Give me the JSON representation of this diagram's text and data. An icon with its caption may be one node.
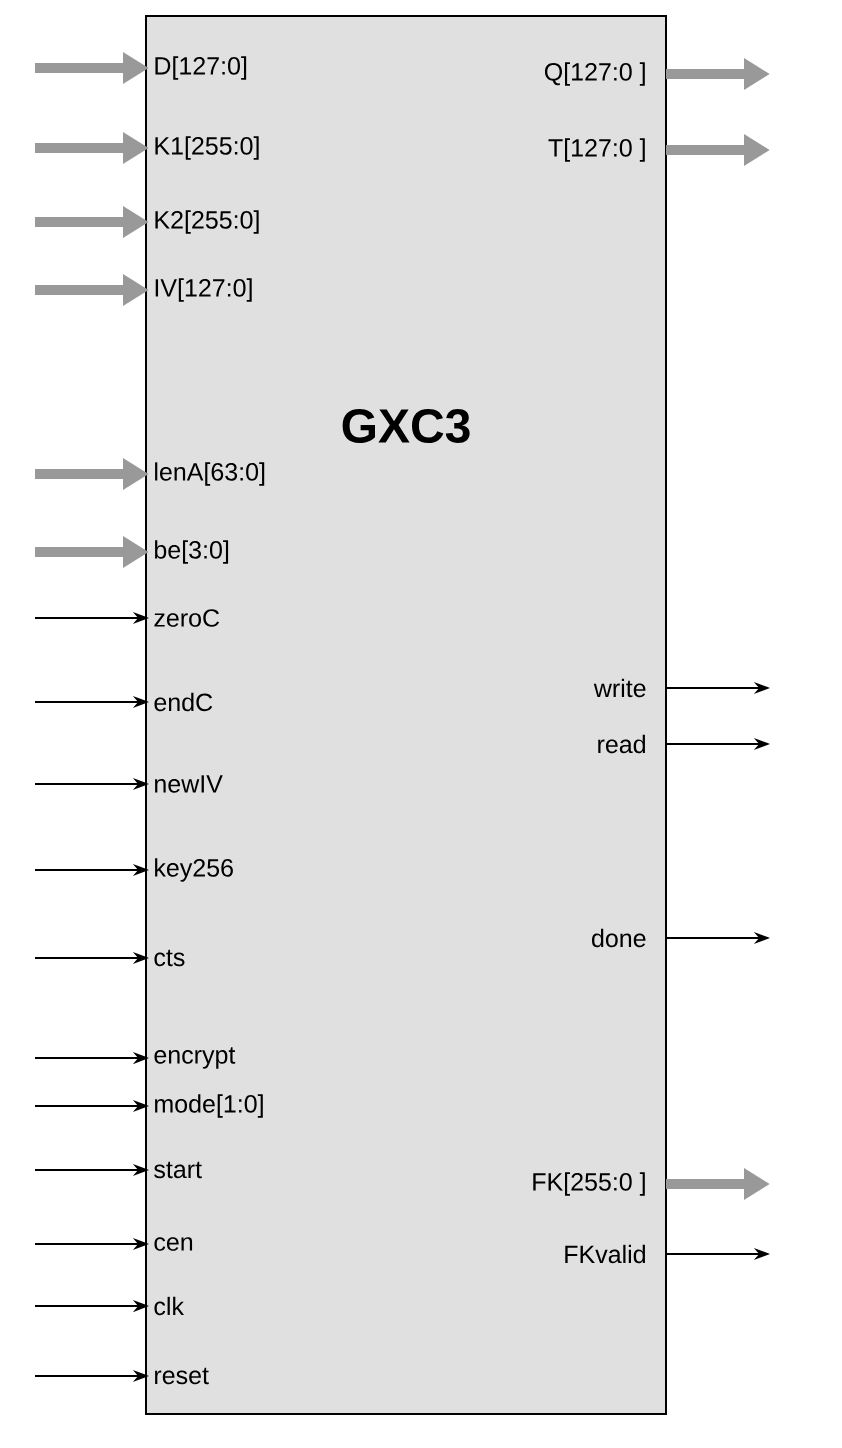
{
  "diagram": {
    "nodes": [
      {
        "text": [
          "GXC3"
        ]
      },
      {
        "text": [
          "D[127:0]"
        ],
        "in": 0
      },
      {
        "text": [
          "K1[255:0]"
        ],
        "in": 0
      },
      {
        "text": [
          "K2[255:0]"
        ],
        "in": 0
      },
      {
        "text": [
          "IV[127:0]"
        ],
        "in": 0
      },
      {
        "text": [
          "lenA[63:0]"
        ],
        "in": 0
      },
      {
        "text": [
          "be[3:0]"
        ],
        "in": 0
      },
      {
        "text": [
          "zeroC"
        ],
        "in": 0
      },
      {
        "text": [
          "endC"
        ],
        "in": 0
      },
      {
        "text": [
          "newIV"
        ],
        "in": 0
      },
      {
        "text": [
          "key256"
        ],
        "in": 0
      },
      {
        "text": [
          "cts"
        ],
        "in": 0
      },
      {
        "text": [
          "encrypt"
        ],
        "in": 0
      },
      {
        "text": [
          "mode[1:0]"
        ],
        "in": 0
      },
      {
        "text": [
          "start"
        ],
        "in": 0
      },
      {
        "text": [
          "cen"
        ],
        "in": 0
      },
      {
        "text": [
          "clk"
        ],
        "in": 0
      },
      {
        "text": [
          "reset"
        ],
        "in": 0
      },
      {
        "text": [
          "Q[127:0 ]"
        ],
        "in": 0
      },
      {
        "text": [
          "T[127:0 ]"
        ],
        "in": 0
      },
      {
        "text": [
          "write"
        ],
        "in": 0
      },
      {
        "text": [
          "read"
        ],
        "in": 0
      },
      {
        "text": [
          "done"
        ],
        "in": 0
      },
      {
        "text": [
          "FK[255:0 ]"
        ],
        "in": 0
      },
      {
        "text": [
          "FKvalid"
        ],
        "in": 0
      }
    ],
    "edges": [
      {
        "from": null,
        "to": 1,
        "arrow": "to",
        "style": "thick",
        "color": "#999999"
      },
      {
        "from": null,
        "to": 2,
        "arrow": "to",
        "style": "thick",
        "color": "#999999"
      },
      {
        "from": null,
        "to": 3,
        "arrow": "to",
        "style": "thick",
        "color": "#999999"
      },
      {
        "from": null,
        "to": 4,
        "arrow": "to",
        "style": "thick",
        "color": "#999999"
      },
      {
        "from": null,
        "to": 5,
        "arrow": "to",
        "style": "thick",
        "color": "#999999"
      },
      {
        "from": null,
        "to": 6,
        "arrow": "to",
        "style": "thick",
        "color": "#999999"
      },
      {
        "from": null,
        "to": 7,
        "arrow": "to"
      },
      {
        "from": null,
        "to": 8,
        "arrow": "to"
      },
      {
        "from": null,
        "to": 9,
        "arrow": "to"
      },
      {
        "from": null,
        "to": 10,
        "arrow": "to"
      },
      {
        "from": null,
        "to": 11,
        "arrow": "to"
      },
      {
        "from": null,
        "to": 12,
        "arrow": "to"
      },
      {
        "from": null,
        "to": 13,
        "arrow": "to"
      },
      {
        "from": null,
        "to": 14,
        "arrow": "to"
      },
      {
        "from": null,
        "to": 15,
        "arrow": "to"
      },
      {
        "from": null,
        "to": 16,
        "arrow": "to"
      },
      {
        "from": null,
        "to": 17,
        "arrow": "to"
      },
      {
        "from": 18,
        "to": null,
        "arrow": "to",
        "style": "thick",
        "color": "#999999"
      },
      {
        "from": 19,
        "to": null,
        "arrow": "to",
        "style": "thick",
        "color": "#999999"
      },
      {
        "from": 20,
        "to": null,
        "arrow": "to"
      },
      {
        "from": 21,
        "to": null,
        "arrow": "to"
      },
      {
        "from": 22,
        "to": null,
        "arrow": "to"
      },
      {
        "from": 23,
        "to": null,
        "arrow": "to",
        "style": "thick",
        "color": "#999999"
      },
      {
        "from": 24,
        "to": null,
        "arrow": "to"
      }
    ]
  }
}
